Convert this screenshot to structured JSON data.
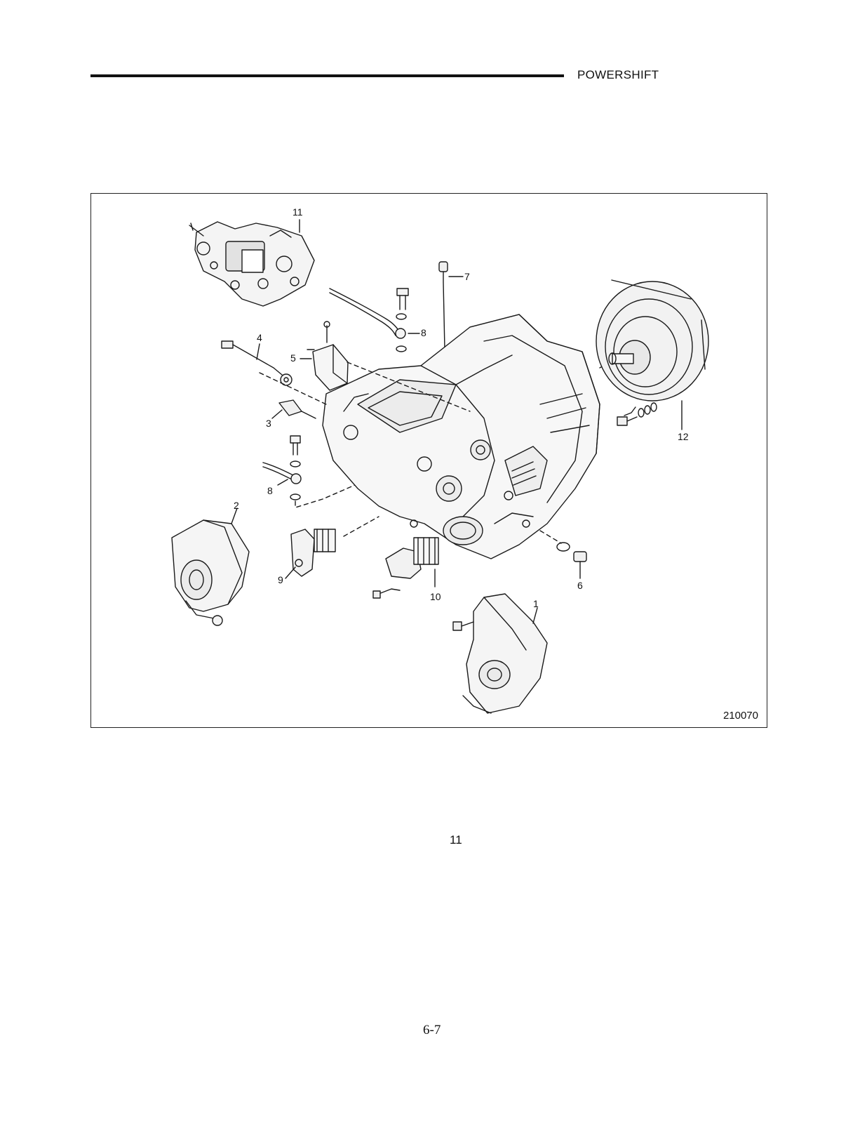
{
  "header": {
    "section_title": "POWERSHIFT"
  },
  "figure": {
    "figure_number": "210070",
    "callouts": [
      {
        "id": "c11",
        "label": "11"
      },
      {
        "id": "c7",
        "label": "7"
      },
      {
        "id": "c8a",
        "label": "8"
      },
      {
        "id": "c4",
        "label": "4"
      },
      {
        "id": "c5",
        "label": "5"
      },
      {
        "id": "c3",
        "label": "3"
      },
      {
        "id": "c8b",
        "label": "8"
      },
      {
        "id": "c2",
        "label": "2"
      },
      {
        "id": "c9",
        "label": "9"
      },
      {
        "id": "c10",
        "label": "10"
      },
      {
        "id": "c6",
        "label": "6"
      },
      {
        "id": "c1",
        "label": "1"
      },
      {
        "id": "c12",
        "label": "12"
      }
    ]
  },
  "caption": "11",
  "page_number": "6-7"
}
